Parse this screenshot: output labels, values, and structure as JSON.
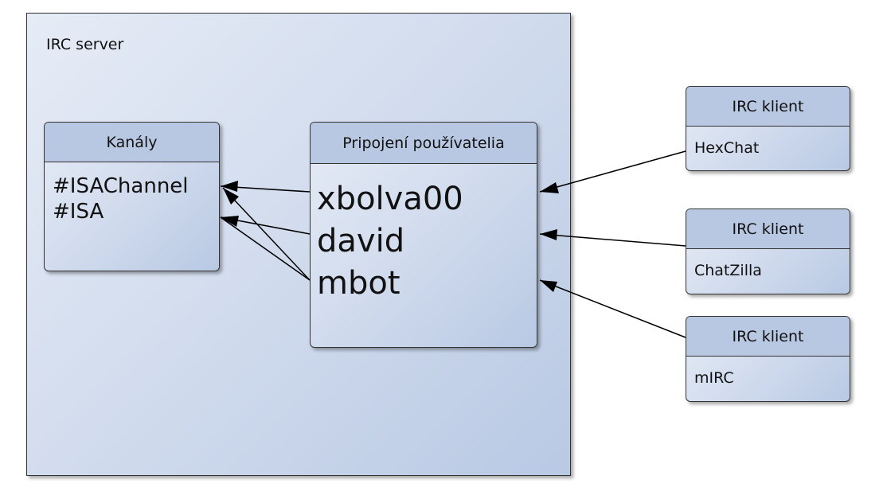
{
  "server": {
    "label": "IRC server"
  },
  "channels": {
    "title": "Kanály",
    "items": [
      "#ISAChannel",
      "#ISA"
    ]
  },
  "connections": {
    "title": "Pripojení používatelia",
    "users": [
      "xbolva00",
      "david",
      "mbot"
    ]
  },
  "clients": [
    {
      "title": "IRC klient",
      "name": "HexChat"
    },
    {
      "title": "IRC klient",
      "name": "ChatZilla"
    },
    {
      "title": "IRC klient",
      "name": "mIRC"
    }
  ],
  "colors": {
    "header": "#b8c8e2",
    "border": "#333333",
    "arrow": "#000000"
  }
}
